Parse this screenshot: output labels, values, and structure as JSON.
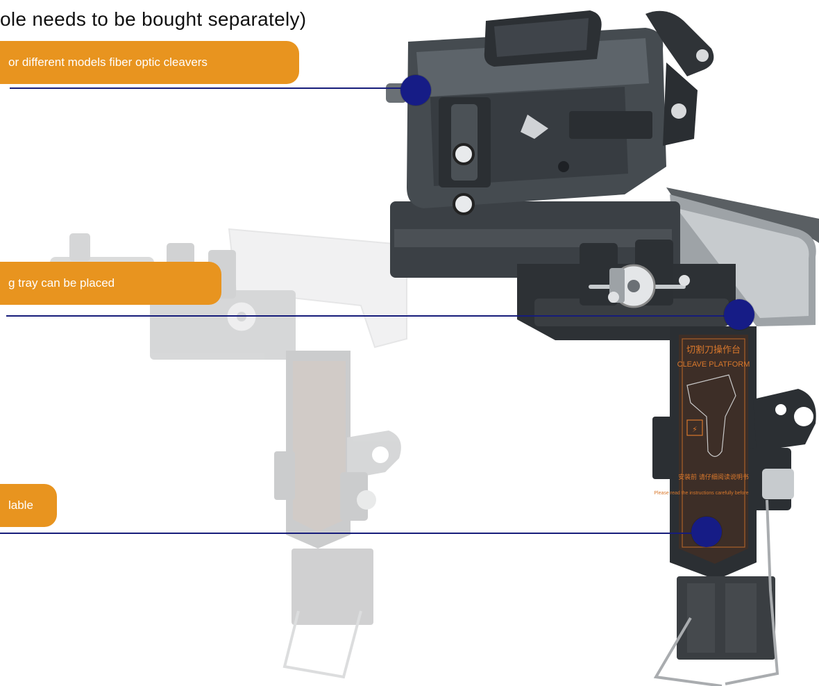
{
  "headline": "ole needs to be bought separately)",
  "callouts": [
    {
      "text": "or different models fiber optic cleavers"
    },
    {
      "text": "g tray can be placed"
    },
    {
      "text": "lable"
    }
  ],
  "device": {
    "label_cn": "切割刀操作台",
    "label_en": "CLEAVE PLATFORM",
    "warning_cn": "安装前 请仔细阅读说明书",
    "warning_en": "Please read the instructions carefully before installation"
  },
  "colors": {
    "callout_bg": "#e8941f",
    "line": "#161c7a",
    "dot": "#161c86",
    "device_dark": "#3c4247",
    "device_ghost": "#bfbfbf",
    "label_orange": "#d9782c"
  }
}
